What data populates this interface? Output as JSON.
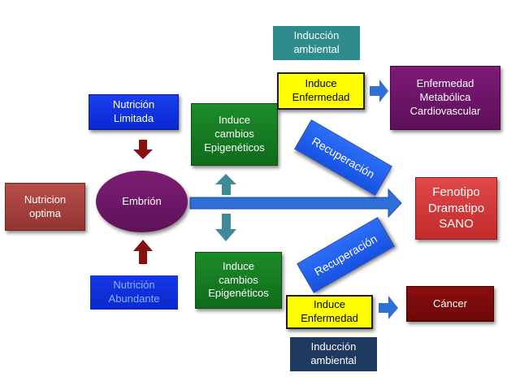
{
  "nodes": {
    "nutricion_optima": "Nutricion\noptima",
    "embrion": "Embrión",
    "nutricion_limitada": "Nutrición\nLimitada",
    "nutricion_abundante": "Nutrición\nAbundante",
    "epigeneticos_top": "Induce\ncambios\nEpigenéticos",
    "epigeneticos_bottom": "Induce\ncambios\nEpigenéticos",
    "induce_enfermedad_top": "Induce\nEnfermedad",
    "induce_enfermedad_bottom": "Induce\nEnfermedad",
    "induccion_ambiental_top": "Inducción\nambiental",
    "induccion_ambiental_bottom": "Inducción\nambiental",
    "enfermedad_metabolica": "Enfermedad\nMetabólica\nCardiovascular",
    "fenotipo_sano": "Fenotipo\nDramatipo\nSANO",
    "cancer": "Cáncer",
    "recuperacion_top": "Recuperación",
    "recuperacion_bottom": "Recuperación"
  },
  "colors": {
    "arrow_blue": "#2e6fd8",
    "arrow_teal": "#3f8a96",
    "arrow_red": "#8b1010"
  }
}
